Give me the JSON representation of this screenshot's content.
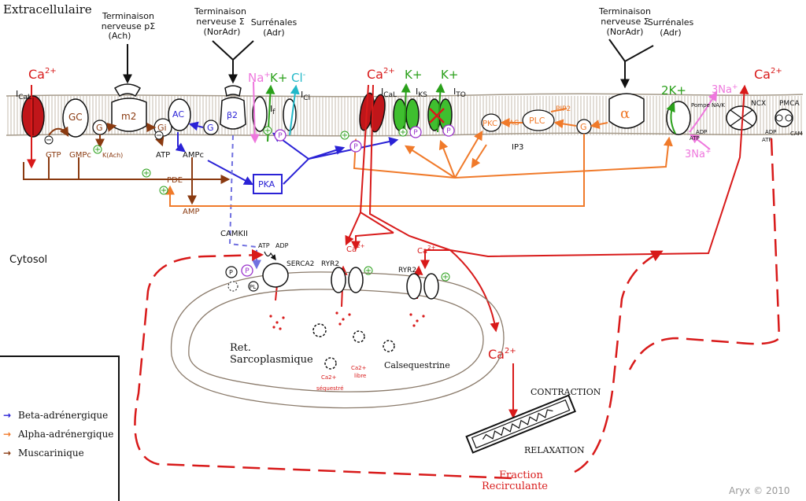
{
  "regions": {
    "extracellular": "Extracellulaire",
    "cytosol": "Cytosol"
  },
  "nerves": {
    "psympathetic": {
      "line1": "Terminaison",
      "line2": "nerveuse pΣ",
      "line3": "(Ach)"
    },
    "sympathetic_1": {
      "line1": "Terminaison",
      "line2": "nerveuse Σ",
      "line3": "(NorAdr)"
    },
    "adrenal_1": {
      "line1": "Surrénales",
      "line2": "(Adr)"
    },
    "sympathetic_2": {
      "line1": "Terminaison",
      "line2": "nerveuse Σ",
      "line3": "(NorAdr)"
    },
    "adrenal_2": {
      "line1": "Surrénales",
      "line2": "(Adr)"
    }
  },
  "ions": {
    "ca_1": "Ca",
    "ca_2": "Ca",
    "ca_3": "Ca",
    "ca_4": "Ca",
    "sup_2plus": "2+",
    "na": "Na",
    "sup_plus": "+",
    "k_1": "K+",
    "k_2": "K+",
    "k_3": "K+",
    "cl": "Cl",
    "sup_minus": "-",
    "two_k": "2K+",
    "three_na_top": "3Na",
    "three_na_bottom": "3Na"
  },
  "channels": {
    "i_cal_1": {
      "main": "I",
      "sub": "CaL"
    },
    "i_f": {
      "main": "I",
      "sub": "f"
    },
    "i_cl": {
      "main": "I",
      "sub": "Cl"
    },
    "i_cal_2": {
      "main": "I",
      "sub": "CaL"
    },
    "i_ks": {
      "main": "I",
      "sub": "KS"
    },
    "i_to": {
      "main": "I",
      "sub": "TO"
    },
    "pompe": "Pompe NA/K",
    "ncx": "NCX",
    "pmca": "PMCA",
    "cam": "CAM"
  },
  "proteins": {
    "gc": "GC",
    "m2": "m2",
    "g_1": "G",
    "gi": "Gi",
    "ac": "AC",
    "g_2": "G",
    "beta2": "β2",
    "alpha": "α",
    "g_3": "G",
    "plc": "PLC",
    "pkc": "PKC",
    "pka": "PKA",
    "serca2": "SERCA2",
    "ryr2_1": "RYR2",
    "ryr2_2": "RYR2",
    "camkii": "CAMKII",
    "pl": "PL"
  },
  "molecules": {
    "gtp": "GTP",
    "gmpc": "GMPc",
    "k_ach": "K(Ach)",
    "atp_1": "ATP",
    "ampc": "AMPc",
    "pde": "PDE",
    "amp": "AMP",
    "dag": "DAG",
    "pip2": "PIP2",
    "ip3": "IP3",
    "atp_2": "ATP",
    "adp_1": "ADP",
    "atp_3": "ATP",
    "adp_2": "ADP",
    "atp_4": "ATP",
    "adp_3": "ADP"
  },
  "marks": {
    "p": "P",
    "plus": "+",
    "minus": "−"
  },
  "sr": {
    "title_1": "Ret.",
    "title_2": "Sarcoplasmique",
    "calsequestrine": "Calsequestrine",
    "ca_seq_1": "Ca2+",
    "ca_seq_2": "séquestré",
    "ca_libre_1": "Ca2+",
    "ca_libre_2": "libre"
  },
  "contraction": {
    "contraction": "CONTRACTION",
    "relaxation": "RELAXATION",
    "fraction_1": "Fraction",
    "fraction_2": "Recirculante"
  },
  "legend": {
    "items": [
      {
        "label": "Beta-adrénergique",
        "color": "#2a22d6"
      },
      {
        "label": "Alpha-adrénergique",
        "color": "#f07a2a"
      },
      {
        "label": "Muscarinique",
        "color": "#8a3a10"
      }
    ]
  },
  "watermark": "Aryx © 2010",
  "colors": {
    "beta": "#2a22d6",
    "alpha": "#f07a2a",
    "musc": "#8a3a10",
    "calcium": "#d81a1a",
    "potassium": "#2aa01a",
    "sodium": "#ee77dd",
    "chloride": "#22b8c8",
    "purple": "#9a33cc",
    "membrane": "#a59a8a"
  }
}
